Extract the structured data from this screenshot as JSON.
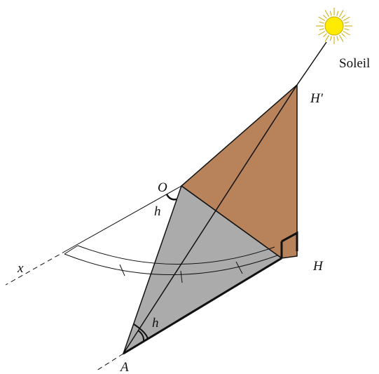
{
  "labels": {
    "sun": "Soleil",
    "h_prime": "H′",
    "o": "O",
    "h_top": "h",
    "x_axis": "x",
    "h_point": "H",
    "h_bottom": "h",
    "a": "A"
  },
  "colors": {
    "brown_face": "#b8825a",
    "gray_face": "#ababab",
    "sun_fill": "#ffeb00",
    "sun_stroke": "#c8a800",
    "line": "#111111"
  }
}
